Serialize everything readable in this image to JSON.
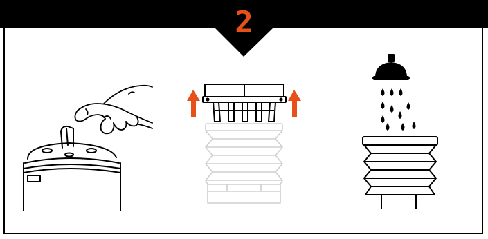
{
  "step": {
    "number": "2"
  },
  "colors": {
    "accent": "#e8501a",
    "ink": "#000000",
    "faded": "#cfcfcf"
  },
  "panels": [
    {
      "name": "press-release-tab",
      "icon": "hand-press-icon"
    },
    {
      "name": "lift-top-cap",
      "icon": "up-arrow-icon"
    },
    {
      "name": "rinse-with-water",
      "icon": "shower-icon"
    }
  ]
}
